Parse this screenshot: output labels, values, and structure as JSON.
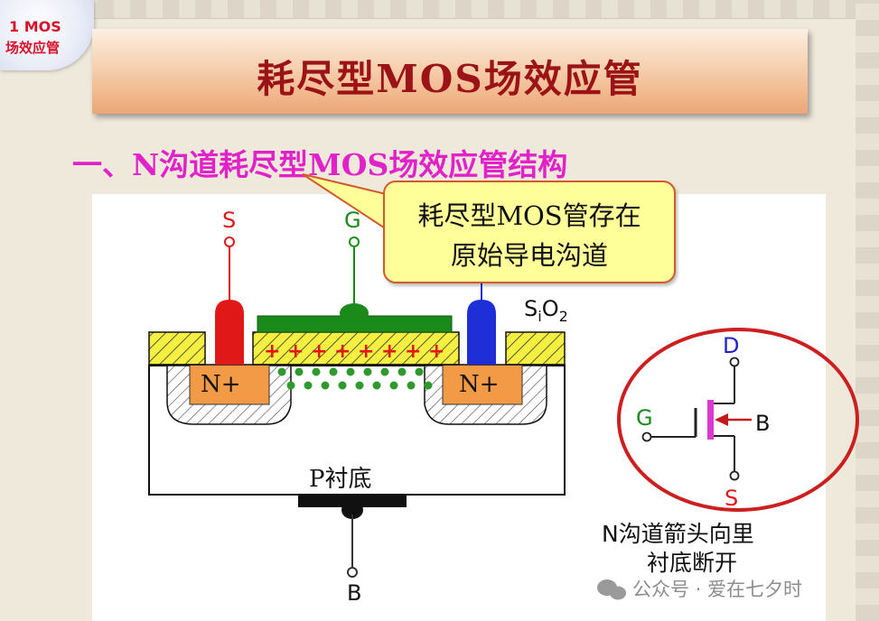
{
  "badge": {
    "line1": "1 MOS",
    "line2": "场效应管"
  },
  "title": "耗尽型MOS场效应管",
  "subtitle": "一、N沟道耗尽型MOS场效应管结构",
  "callout": {
    "line1": "耗尽型MOS管存在",
    "line2": "原始导电沟道"
  },
  "structure": {
    "terminal_s": "S",
    "terminal_g": "G",
    "terminal_b": "B",
    "oxide": "S",
    "oxide_i": "i",
    "oxide_o": "O",
    "oxide_sub": "2",
    "nplus_left": "N+",
    "nplus_right": "N+",
    "substrate": "P衬底",
    "charges": "+ + + + + + + +"
  },
  "symbol": {
    "d": "D",
    "g": "G",
    "b": "B",
    "s": "S",
    "note_line1": "N沟道箭头向里",
    "note_line2": "衬底断开"
  },
  "watermark": "公众号 · 爱在七夕时",
  "colors": {
    "title": "#9b1316",
    "subtitle": "#e222c9",
    "source_electrode": "#e01818",
    "gate": "#1a8a1a",
    "drain_electrode": "#1f2fd8",
    "oxide": "#f4ef40",
    "nplus": "#f29a45",
    "channel_dots": "#2e9a2e",
    "circle": "#cc1f1f"
  }
}
